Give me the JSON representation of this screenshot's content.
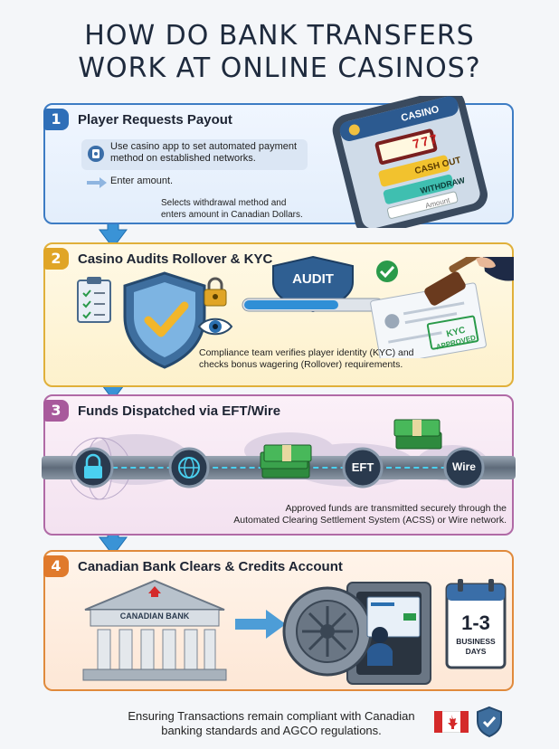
{
  "title": {
    "line1": "HOW DO BANK TRANSFERS",
    "line2": "WORK AT ONLINE CASINOS?"
  },
  "steps": [
    {
      "number": "1",
      "title": "Player Requests Payout",
      "bullet1": "Use casino app to set automated payment method on established networks.",
      "bullet2": "Enter amount.",
      "note": "Selects withdrawal method and enters amount in Canadian Dollars.",
      "phone": {
        "brand": "CASINO",
        "slot": "777",
        "cashout": "CASH OUT",
        "withdraw": "WITHDRAW",
        "amount_placeholder": "Amount"
      }
    },
    {
      "number": "2",
      "title": "Casino Audits Rollover & KYC",
      "audit_label": "AUDIT",
      "stamp_line1": "KYC",
      "stamp_line2": "APPROVED",
      "note": "Compliance team verifies player identity (KYC) and checks bonus wagering (Rollover) requirements."
    },
    {
      "number": "3",
      "title": "Funds Dispatched via EFT/Wire",
      "node_eft": "EFT",
      "node_wire": "Wire",
      "note_line1": "Approved funds are transmitted securely through the",
      "note_line2": "Automated Clearing Settlement System (ACSS) or Wire network."
    },
    {
      "number": "4",
      "title": "Canadian Bank Clears & Credits Account",
      "bank_sign": "CANADIAN BANK",
      "days": "1-3",
      "days_label1": "BUSINESS",
      "days_label2": "DAYS"
    }
  ],
  "footer": {
    "line1": "Ensuring Transactions remain compliant with Canadian",
    "line2": "banking standards and AGCO regulations."
  },
  "colors": {
    "step1": "#2f6fb8",
    "step2": "#e0a526",
    "step3": "#a85a9c",
    "step4": "#e07a2c",
    "arrow": "#3a93d6"
  }
}
